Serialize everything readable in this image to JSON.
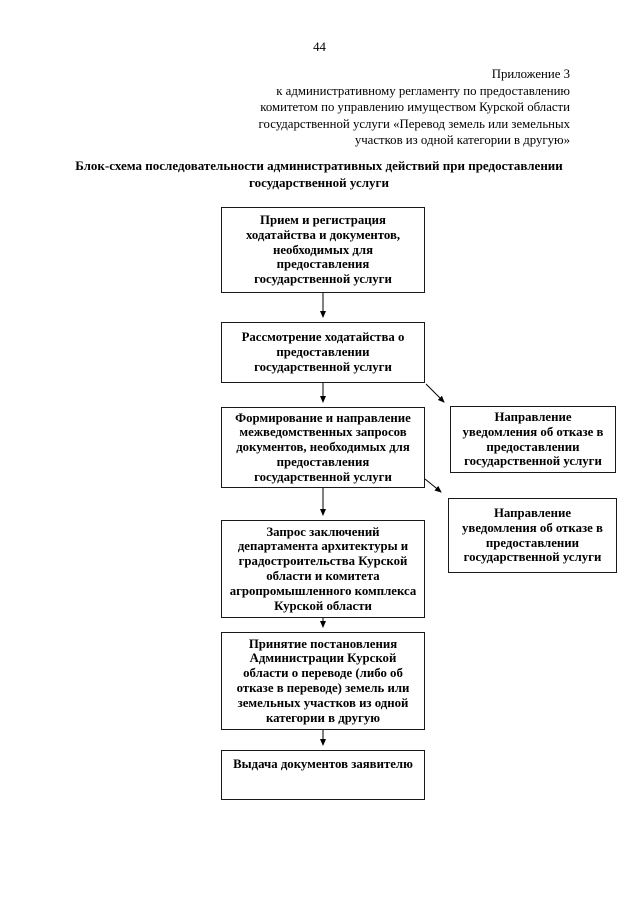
{
  "page": {
    "number": "44"
  },
  "header": {
    "lines": [
      "Приложение 3",
      "к административному регламенту по предоставлению",
      "комитетом по управлению имуществом Курской области",
      "государственной услуги «Перевод земель или земельных",
      "участков из одной категории в другую»"
    ]
  },
  "title": "Блок-схема последовательности административных действий при предоставлении государственной услуги",
  "flowchart": {
    "steps": [
      {
        "text": "Прием и регистрация\nходатайства и документов,\nнеобходимых для\nпредоставления\nгосударственной услуги"
      },
      {
        "text": "Рассмотрение ходатайства о\nпредоставлении\nгосударственной услуги"
      },
      {
        "text": "Формирование и направление\nмежведомственных запросов\nдокументов, необходимых для\nпредоставления\nгосударственной услуги"
      },
      {
        "text": "Запрос заключений\nдепартамента архитектуры и\nградостроительства Курской\nобласти и комитета\nагропромышленного комплекса\nКурской области"
      },
      {
        "text": "Принятие постановления\nАдминистрации Курской\nобласти о переводе (либо об\nотказе в переводе) земель или\nземельных участков из одной\nкатегории в другую"
      },
      {
        "text": "Выдача документов заявителю"
      }
    ],
    "rejection_boxes": [
      {
        "text": "Направление\nуведомления об отказе в\nпредоставлении\nгосударственной услуги"
      },
      {
        "text": "Направление\nуведомления об отказе в\nпредоставлении\nгосударственной услуги"
      }
    ]
  },
  "colors": {
    "background": "#ffffff",
    "text": "#000000",
    "box_border": "#1a1a1a"
  }
}
